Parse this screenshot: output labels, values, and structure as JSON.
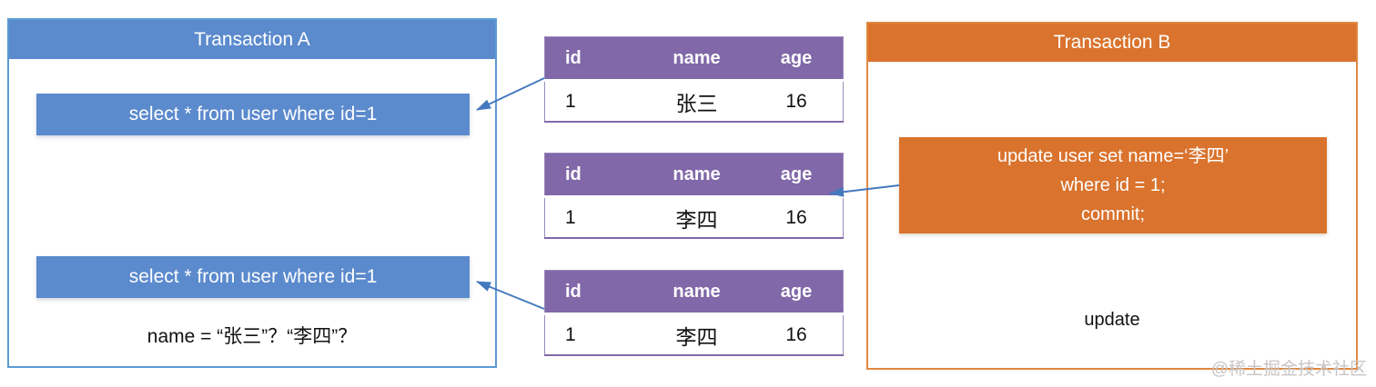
{
  "transaction_a": {
    "title": "Transaction A",
    "query1": "select * from user where id=1",
    "query2": "select * from user where id=1",
    "question": "name = “张三”？“李四”？"
  },
  "transaction_b": {
    "title": "Transaction B",
    "update_lines": [
      "update user set name=‘李四’",
      "where id = 1;",
      "commit;"
    ],
    "label": "update"
  },
  "tables": [
    {
      "columns": [
        "id",
        "name",
        "age"
      ],
      "row": [
        "1",
        "张三",
        "16"
      ]
    },
    {
      "columns": [
        "id",
        "name",
        "age"
      ],
      "row": [
        "1",
        "李四",
        "16"
      ]
    },
    {
      "columns": [
        "id",
        "name",
        "age"
      ],
      "row": [
        "1",
        "李四",
        "16"
      ]
    }
  ],
  "watermark": "@稀土掘金技术社区",
  "colors": {
    "blue": "#5B8ACD",
    "blue_border": "#5B9BD5",
    "orange": "#D9732D",
    "orange_border": "#E0873F",
    "purple": "#8168A8",
    "arrow": "#4579BE"
  }
}
